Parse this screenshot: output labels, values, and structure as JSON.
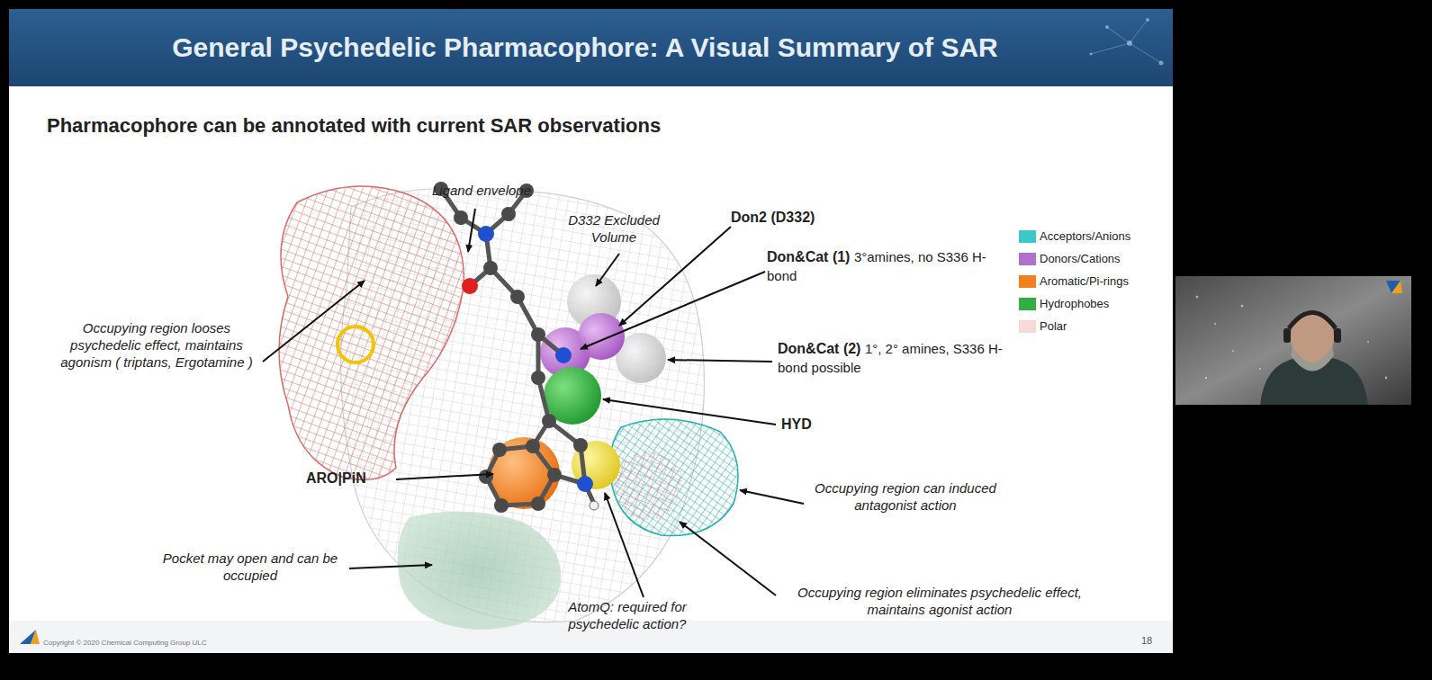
{
  "diagram": {
    "title": "General Psychedelic Pharmacophore:  A Visual Summary of SAR",
    "labels": [
      "Pharmacophore can be annotated with current SAR observations",
      "Ligand envelope",
      "D332 Excluded Volume",
      "Don2 (D332)",
      "Don&Cat (1)",
      "3°amines, no S336 H-bond",
      "Don&Cat (2)",
      "1°, 2° amines, S336 H-bond possible",
      "HYD",
      "ARO|PiN",
      "Occupying region looses psychedelic effect, maintains agonism ( triptans, Ergotamine )",
      "Occupying region can induced antagonist action",
      "Pocket may open and can be occupied",
      "AtomQ: required for psychedelic action?",
      "Occupying region eliminates psychedelic effect, maintains agonist action",
      "Copyright © 2020 Chemical Computing Group ULC",
      "18"
    ],
    "legend": [
      {
        "text": "Acceptors/Anions",
        "color": "#3cc8c8"
      },
      {
        "text": "Donors/Cations",
        "color": "#b070d0"
      },
      {
        "text": "Aromatic/Pi-rings",
        "color": "#f08020"
      },
      {
        "text": "Hydrophobes",
        "color": "#30b040"
      },
      {
        "text": "Polar",
        "color": "#f8d8d8"
      }
    ]
  }
}
